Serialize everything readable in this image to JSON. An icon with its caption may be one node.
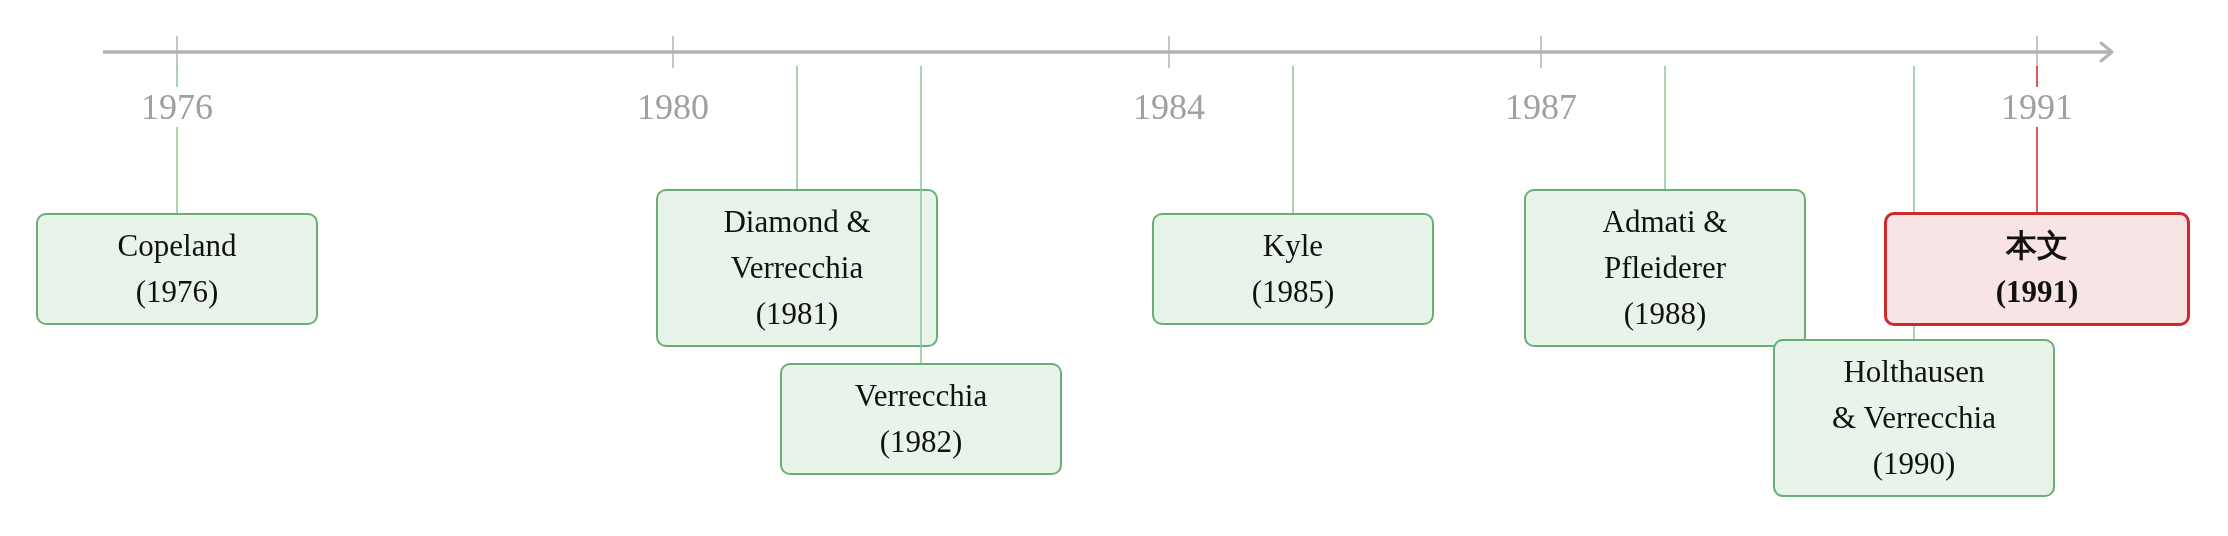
{
  "diagram": {
    "nodes": [
      {
        "text": [
          "Copeland (1976)"
        ]
      },
      {
        "text": [
          "Diamond & Verrecchia (1981)"
        ]
      },
      {
        "text": [
          "Verrecchia (1982)"
        ]
      },
      {
        "text": [
          "Kyle (1985)"
        ]
      },
      {
        "text": [
          "Admati & Pfleiderer (1988)"
        ]
      },
      {
        "text": [
          "Holthausen & Verrecchia (1990)"
        ]
      },
      {
        "text": [
          "本文 (1991)"
        ]
      }
    ],
    "edges": [
      {
        "from": null,
        "to": 0,
        "arrow": "none"
      },
      {
        "from": null,
        "to": 1,
        "arrow": "none"
      },
      {
        "from": null,
        "to": 2,
        "arrow": "none"
      },
      {
        "from": null,
        "to": 3,
        "arrow": "none"
      },
      {
        "from": null,
        "to": 4,
        "arrow": "none"
      },
      {
        "from": null,
        "to": 5,
        "arrow": "none"
      },
      {
        "from": null,
        "to": 6,
        "arrow": "none",
        "color": "#cc3333"
      }
    ],
    "labels": [
      "1976",
      "1980",
      "1984",
      "1987",
      "1991"
    ]
  }
}
